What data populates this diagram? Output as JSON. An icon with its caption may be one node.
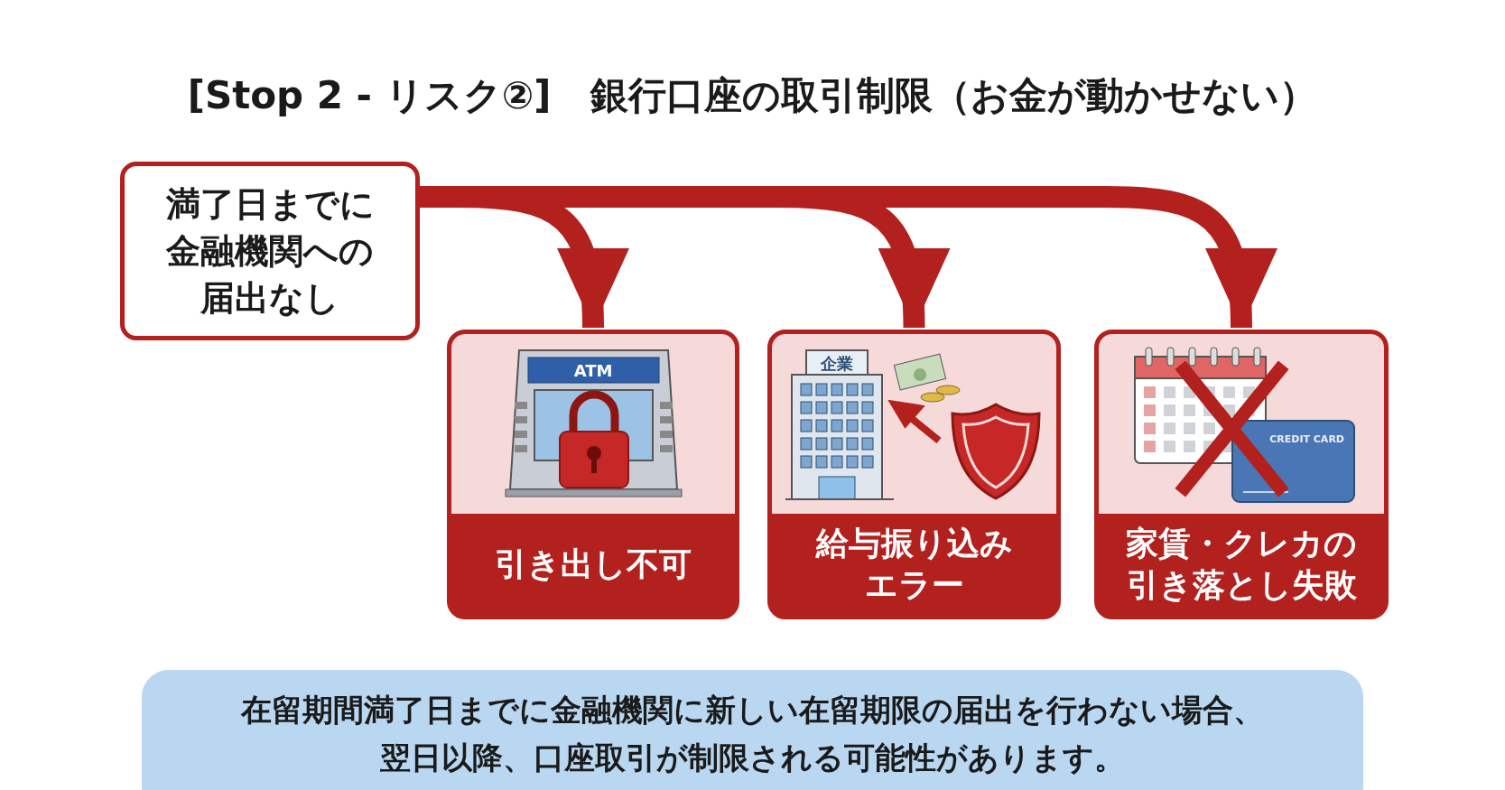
{
  "diagram": {
    "title": "[Stop 2 - リスク②]   銀行口座の取引制限（お金が動かせない）",
    "nodes": [
      {
        "text": [
          "満了日までに金融機関への届出なし"
        ]
      },
      {
        "text": [
          "引き出し不可"
        ]
      },
      {
        "text": [
          "給与振り込みエラー"
        ]
      },
      {
        "text": [
          "家賃・クレカの引き落とし失敗"
        ]
      },
      {
        "text": [
          "在留期間満了日までに金融機関に新しい在留期限の届出を行わない場合、翌日以降、口座取引が制限される可能性があります。"
        ]
      }
    ],
    "edges": [
      {
        "from": 0,
        "to": 1,
        "arrow": "to"
      },
      {
        "from": 0,
        "to": 2,
        "arrow": "to"
      },
      {
        "from": 0,
        "to": 3,
        "arrow": "to"
      }
    ],
    "labels": [
      "ATM",
      "企業",
      "CREDIT CARD"
    ]
  }
}
